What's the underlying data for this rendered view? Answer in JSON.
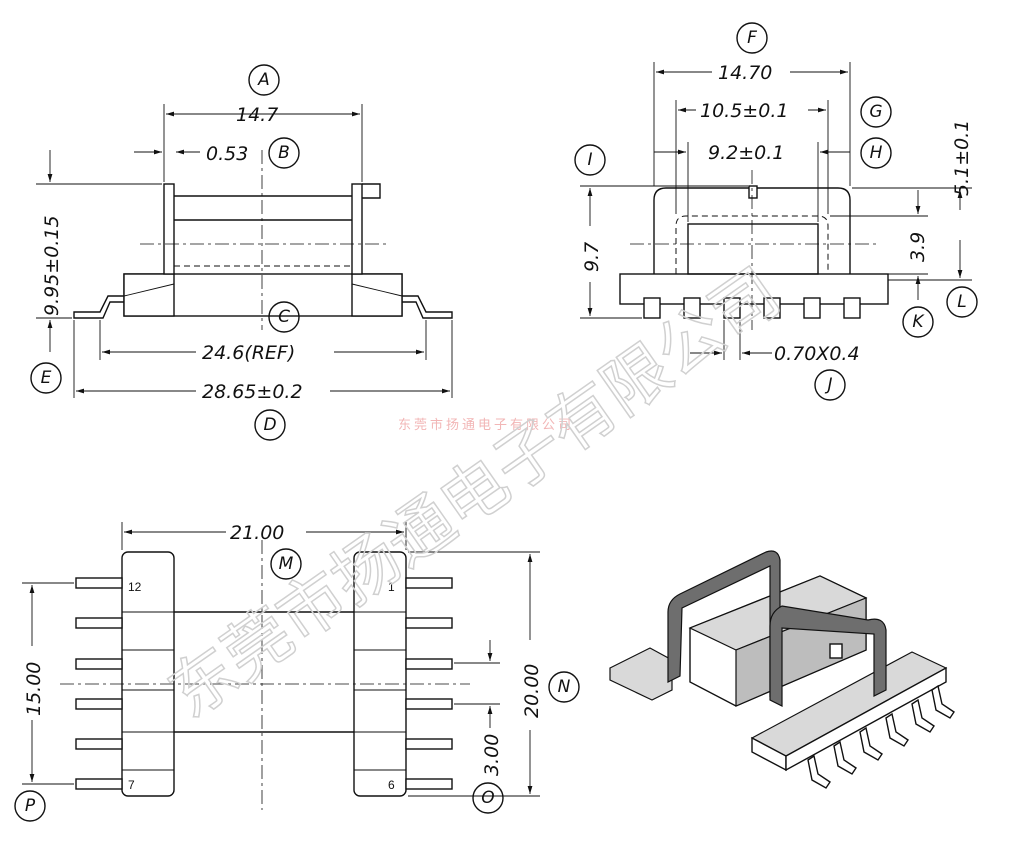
{
  "watermark": {
    "company_small": "东莞市扬通电子有限公司",
    "company_big": "东莞市扬通电子有限公司"
  },
  "views": {
    "front": {
      "dim_A_value": "14.7",
      "dim_A_tag": "A",
      "dim_B_value": "0.53",
      "dim_B_tag": "B",
      "dim_C_value": "24.6(REF)",
      "dim_C_tag": "C",
      "dim_D_value": "28.65±0.2",
      "dim_D_tag": "D",
      "dim_E_value": "9.95±0.15",
      "dim_E_tag": "E"
    },
    "side": {
      "dim_F_value": "14.70",
      "dim_F_tag": "F",
      "dim_G_value": "10.5±0.1",
      "dim_G_tag": "G",
      "dim_H_value": "9.2±0.1",
      "dim_H_tag": "H",
      "dim_I_tag": "I",
      "dim_9_7_value": "9.7",
      "dim_3_9_value": "3.9",
      "dim_5_1_value": "5.1±0.1",
      "dim_J_value": "0.70X0.4",
      "dim_J_tag": "J",
      "dim_K_tag": "K",
      "dim_L_tag": "L"
    },
    "bottom": {
      "dim_M_value": "21.00",
      "dim_M_tag": "M",
      "dim_N_value": "20.00",
      "dim_N_tag": "N",
      "dim_O_value": "3.00",
      "dim_O_tag": "O",
      "dim_P_value": "15.00",
      "dim_P_tag": "P",
      "pin_12": "12",
      "pin_1": "1",
      "pin_7": "7",
      "pin_6": "6"
    }
  }
}
